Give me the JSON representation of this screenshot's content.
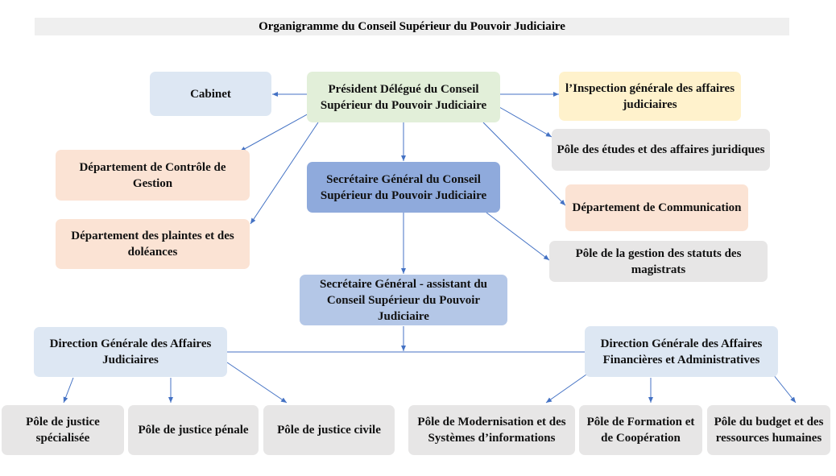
{
  "title": "Organigramme du Conseil Supérieur du Pouvoir Judiciaire",
  "nodes": {
    "president": "Président Délégué du Conseil Supérieur du Pouvoir Judiciaire",
    "cabinet": "Cabinet",
    "inspection": "l’Inspection générale des affaires judiciaires",
    "etudes": "Pôle des études et des affaires juridiques",
    "controle": "Département de Contrôle de Gestion",
    "secretaire": "Secrétaire Général du Conseil Supérieur du Pouvoir Judiciaire",
    "communication": "Département de Communication",
    "plaintes": "Département des plaintes et des doléances",
    "statuts": "Pôle de la gestion des statuts des magistrats",
    "assistant": "Secrétaire Général - assistant du Conseil Supérieur du Pouvoir Judiciaire",
    "dg_judiciaires": "Direction Générale des Affaires Judiciaires",
    "dg_financieres": "Direction Générale des Affaires Financières et Administratives",
    "justice_specialisee": "Pôle de justice spécialisée",
    "justice_penale": "Pôle de justice pénale",
    "justice_civile": "Pôle de justice civile",
    "modernisation": "Pôle de Modernisation et des Systèmes d’informations",
    "formation": "Pôle de Formation et de Coopération",
    "budget": "Pôle du budget et des ressources humaines"
  },
  "colors": {
    "green": "#e2efd9",
    "blue_light": "#dde7f3",
    "blue_mid": "#8faadc",
    "blue_soft": "#b4c7e7",
    "yellow": "#fff2cc",
    "peach": "#fbe3d4",
    "grey": "#e7e6e6",
    "connector": "#4472c4"
  }
}
